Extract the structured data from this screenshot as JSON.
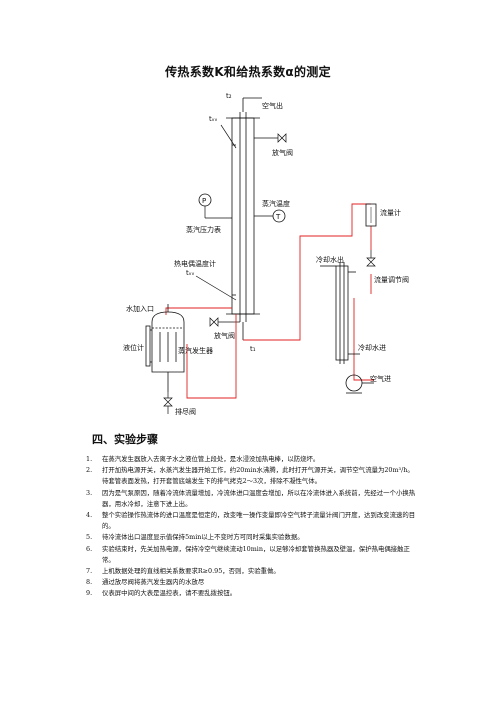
{
  "title": "传热系数K和给热系数α的测定",
  "diagram": {
    "labels": {
      "t2": "t₂",
      "air_out": "空气出",
      "tw_top": "tᵥᵥ",
      "vent_valve_top": "放气阀",
      "pressure_gauge": "P",
      "steam_pressure_gauge": "蒸汽压力表",
      "steam_temp": "蒸汽温度",
      "thermometer": "T",
      "flowmeter": "流量计",
      "cooling_water_out": "冷却水出",
      "thermocouple": "热电偶温度计",
      "tw_bottom": "tᵥᵥ",
      "flow_control_valve": "流量调节阀",
      "water_inlet": "水加入口",
      "level_gauge": "液位计",
      "steam_generator": "蒸汽发生器",
      "vent_valve_bottom": "放气阀",
      "t1": "t₁",
      "cooling_water_in": "冷却水进",
      "air_in": "空气进",
      "drain_valve": "排尽阀"
    }
  },
  "section_title": "四、实验步骤",
  "steps": [
    {
      "num": "1.",
      "text": "在蒸汽发生器放入去离子水之液位管上段处，是水浸没加热电棒，以防烧坏。"
    },
    {
      "num": "2.",
      "text": "打开加热电源开关，水蒸汽发生器开始工作，约20min水沸腾，此时打开气源开关，调节空气流量为20m³/h。待套管表面发热，打开套管底端发生下的排气拷克2～3次，排除不凝性气体。"
    },
    {
      "num": "3.",
      "text": "因为是气泵原因，随着冷流体流量增加，冷流体进口温度会增加，所以在冷流体进入系统前，先经过一个小换热器，用水冷却，注意下进上出。"
    },
    {
      "num": "4.",
      "text": "整个实验操作热流体的进口温度是恒定的，改变唯一操作变量即冷空气转子流量计阀门开度，达到改变流速的目的。"
    },
    {
      "num": "5.",
      "text": "待冷流体出口温度显示值保持5min以上不变时方可同时采集实验数据。"
    },
    {
      "num": "6.",
      "text": "实验结束时，先关加热电源，保持冷空气继续流动10min，以足够冷却套管换热器及壁温，保护热电偶接触正常。"
    },
    {
      "num": "7.",
      "text": "上机数据处理的直线相关系数要求R≥0.95，否则，实验重做。"
    },
    {
      "num": "8.",
      "text": "通过放尽阀将蒸汽发生器内的水放尽"
    },
    {
      "num": "9.",
      "text": "仪表屏中间的大表是温控表，请不要乱拨按钮。"
    }
  ]
}
